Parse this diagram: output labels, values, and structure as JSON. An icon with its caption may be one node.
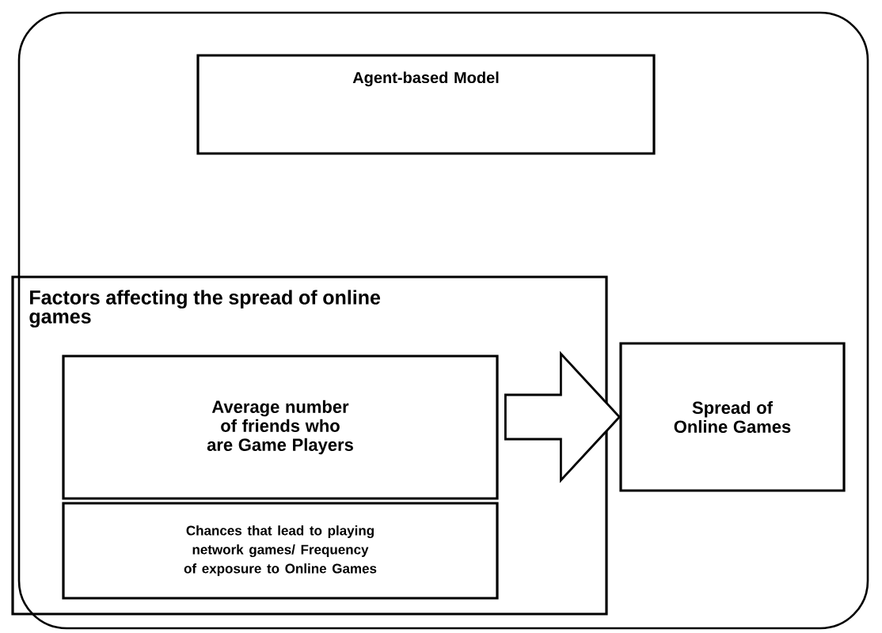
{
  "diagram": {
    "nodes": [
      {
        "text": [],
        "shape": "box"
      },
      {
        "text": [
          "Agent-based Model"
        ],
        "in": 0
      },
      {
        "text": [
          "Factors affecting the spread of online games"
        ],
        "in": 0
      },
      {
        "text": [
          "Average number of friends who are Game Players"
        ],
        "in": 2
      },
      {
        "text": [
          "Chances that lead to playing network games/ Frequency of exposure to Online Games"
        ],
        "in": 2
      },
      {
        "text": [
          "Spread of Online Games"
        ],
        "in": 0
      }
    ],
    "edges": [
      {
        "from": 2,
        "to": 5,
        "arrow": "to"
      }
    ]
  }
}
